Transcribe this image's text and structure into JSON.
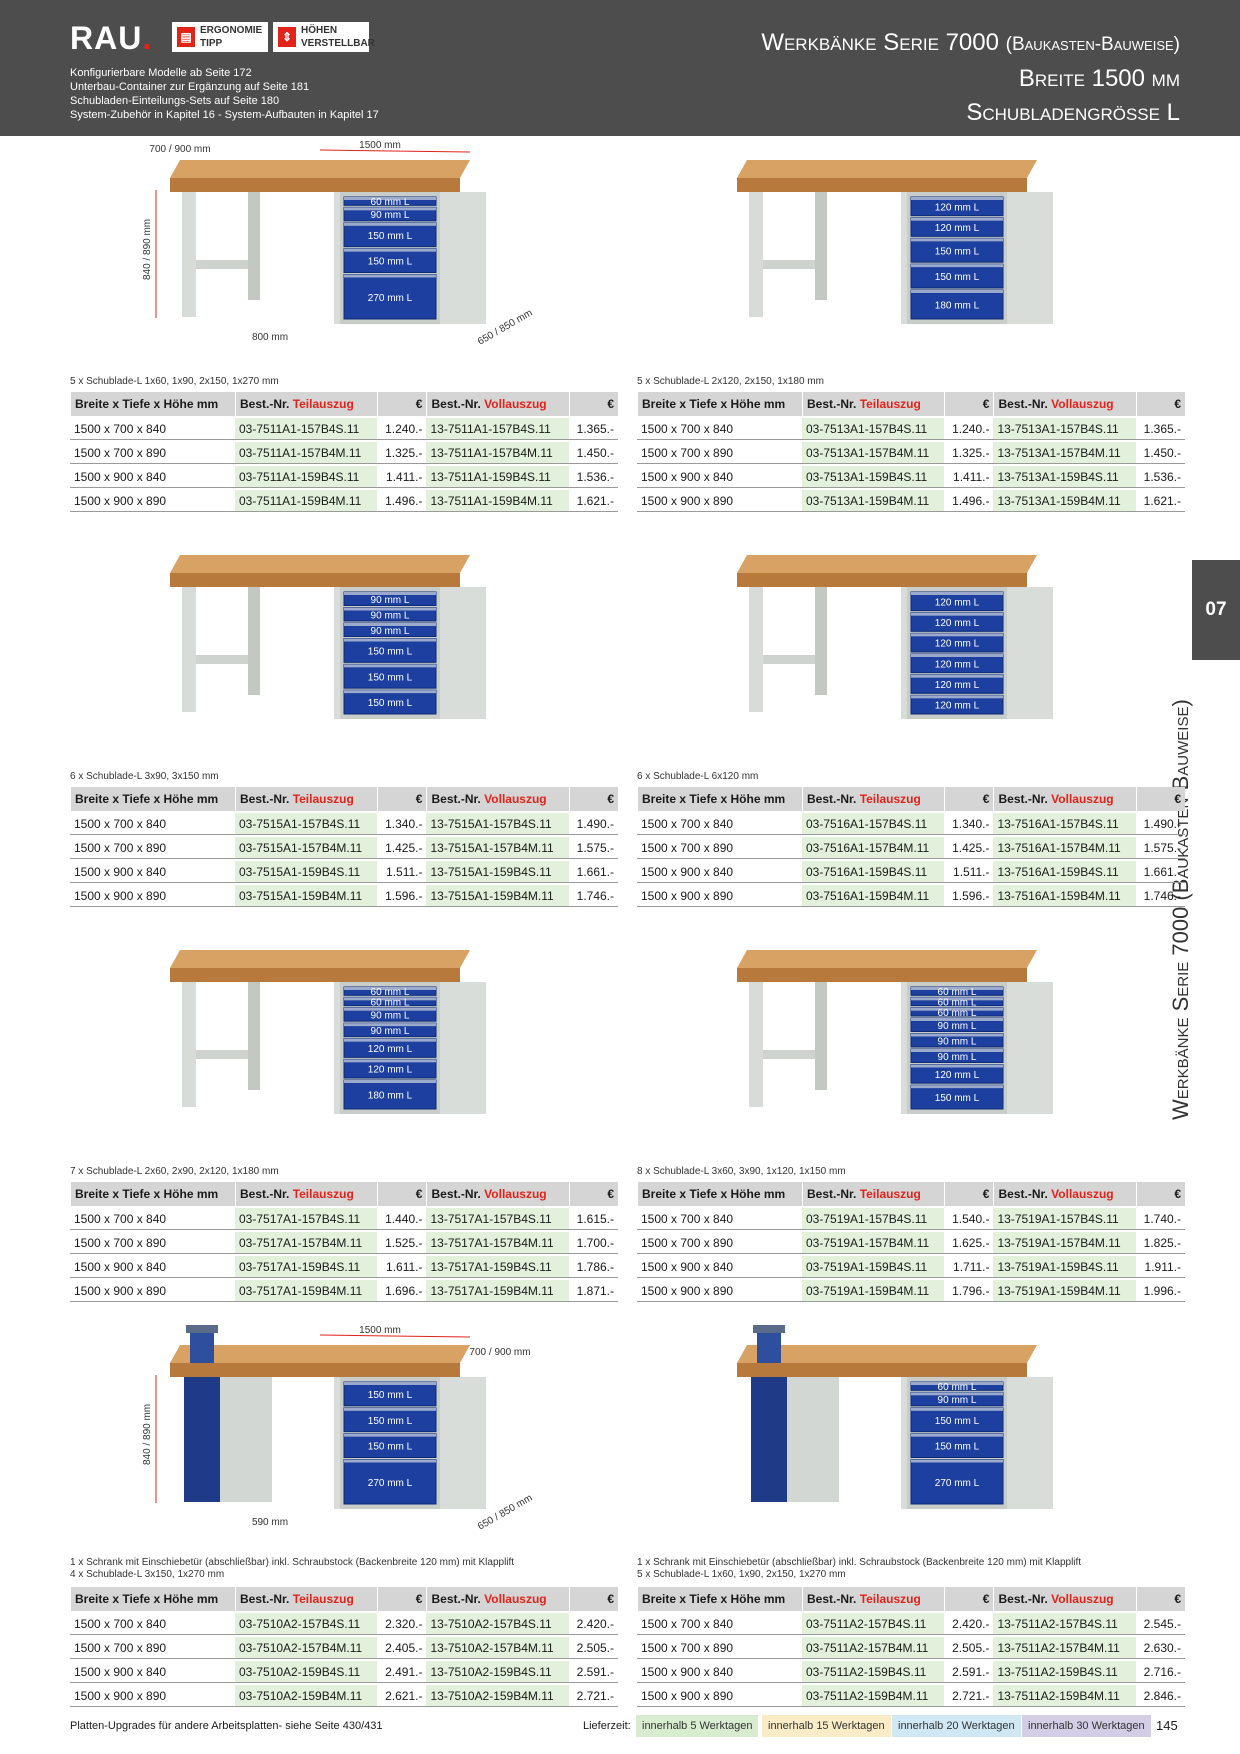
{
  "header": {
    "logo_text": "RAU",
    "logo_dot": ".",
    "badge1": [
      "ERGONOMIE",
      "TIPP"
    ],
    "badge2": [
      "HÖHEN",
      "VERSTELLBAR"
    ],
    "notes": [
      "Konfigurierbare Modelle ab Seite 172",
      "Unterbau-Container zur Ergänzung auf Seite 181",
      "Schubladen-Einteilungs-Sets auf Seite 180",
      "System-Zubehör in Kapitel 16 - System-Aufbauten in Kapitel 17"
    ],
    "title_main": "Werkbänke Serie 7000",
    "title_sub": "(Baukasten-Bauweise)",
    "line2": "Breite 1500 mm",
    "line3": "Schubladengrösse L"
  },
  "side": {
    "tab": "07",
    "title": "Werkbänke Serie 7000 (Baukasten-Bauweise)"
  },
  "table_headers": {
    "size": "Breite x Tiefe x Höhe mm",
    "best": "Best.-Nr. ",
    "teil": "Teilauszug",
    "voll": "Vollauszug",
    "eur": "€"
  },
  "dims": {
    "depth": "700 / 900 mm",
    "width": "1500 mm",
    "height": "840 / 890 mm",
    "inner": "800 mm",
    "cab_depth": "650 / 850 mm",
    "inner2": "590 mm"
  },
  "products": [
    {
      "caption": [
        "5 x Schublade-L 1x60, 1x90, 2x150, 1x270 mm"
      ],
      "drawers": [
        "60 mm L",
        "90 mm L",
        "150 mm L",
        "150 mm L",
        "270 mm L"
      ],
      "drawer_heights": [
        60,
        90,
        150,
        150,
        270
      ],
      "vise": false,
      "rows": [
        [
          "1500 x 700 x 840",
          "03-7511A1-157B4S.11",
          "1.240.-",
          "13-7511A1-157B4S.11",
          "1.365.-"
        ],
        [
          "1500 x 700 x 890",
          "03-7511A1-157B4M.11",
          "1.325.-",
          "13-7511A1-157B4M.11",
          "1.450.-"
        ],
        [
          "1500 x 900 x 840",
          "03-7511A1-159B4S.11",
          "1.411.-",
          "13-7511A1-159B4S.11",
          "1.536.-"
        ],
        [
          "1500 x 900 x 890",
          "03-7511A1-159B4M.11",
          "1.496.-",
          "13-7511A1-159B4M.11",
          "1.621.-"
        ]
      ]
    },
    {
      "caption": [
        "5 x Schublade-L 2x120, 2x150, 1x180 mm"
      ],
      "drawers": [
        "120 mm L",
        "120 mm L",
        "150 mm L",
        "150 mm L",
        "180 mm L"
      ],
      "drawer_heights": [
        120,
        120,
        150,
        150,
        180
      ],
      "vise": false,
      "rows": [
        [
          "1500 x 700 x 840",
          "03-7513A1-157B4S.11",
          "1.240.-",
          "13-7513A1-157B4S.11",
          "1.365.-"
        ],
        [
          "1500 x 700 x 890",
          "03-7513A1-157B4M.11",
          "1.325.-",
          "13-7513A1-157B4M.11",
          "1.450.-"
        ],
        [
          "1500 x 900 x 840",
          "03-7513A1-159B4S.11",
          "1.411.-",
          "13-7513A1-159B4S.11",
          "1.536.-"
        ],
        [
          "1500 x 900 x 890",
          "03-7513A1-159B4M.11",
          "1.496.-",
          "13-7513A1-159B4M.11",
          "1.621.-"
        ]
      ]
    },
    {
      "caption": [
        "6 x Schublade-L 3x90, 3x150 mm"
      ],
      "drawers": [
        "90 mm L",
        "90 mm L",
        "90 mm L",
        "150 mm L",
        "150 mm L",
        "150 mm L"
      ],
      "drawer_heights": [
        90,
        90,
        90,
        150,
        150,
        150
      ],
      "vise": false,
      "rows": [
        [
          "1500 x 700 x 840",
          "03-7515A1-157B4S.11",
          "1.340.-",
          "13-7515A1-157B4S.11",
          "1.490.-"
        ],
        [
          "1500 x 700 x 890",
          "03-7515A1-157B4M.11",
          "1.425.-",
          "13-7515A1-157B4M.11",
          "1.575.-"
        ],
        [
          "1500 x 900 x 840",
          "03-7515A1-159B4S.11",
          "1.511.-",
          "13-7515A1-159B4S.11",
          "1.661.-"
        ],
        [
          "1500 x 900 x 890",
          "03-7515A1-159B4M.11",
          "1.596.-",
          "13-7515A1-159B4M.11",
          "1.746.-"
        ]
      ]
    },
    {
      "caption": [
        "6 x Schublade-L 6x120 mm"
      ],
      "drawers": [
        "120 mm L",
        "120 mm L",
        "120 mm L",
        "120 mm L",
        "120 mm L",
        "120 mm L"
      ],
      "drawer_heights": [
        120,
        120,
        120,
        120,
        120,
        120
      ],
      "vise": false,
      "rows": [
        [
          "1500 x 700 x 840",
          "03-7516A1-157B4S.11",
          "1.340.-",
          "13-7516A1-157B4S.11",
          "1.490.-"
        ],
        [
          "1500 x 700 x 890",
          "03-7516A1-157B4M.11",
          "1.425.-",
          "13-7516A1-157B4M.11",
          "1.575.-"
        ],
        [
          "1500 x 900 x 840",
          "03-7516A1-159B4S.11",
          "1.511.-",
          "13-7516A1-159B4S.11",
          "1.661.-"
        ],
        [
          "1500 x 900 x 890",
          "03-7516A1-159B4M.11",
          "1.596.-",
          "13-7516A1-159B4M.11",
          "1.746.-"
        ]
      ]
    },
    {
      "caption": [
        "7 x Schublade-L 2x60, 2x90, 2x120, 1x180 mm"
      ],
      "drawers": [
        "60 mm L",
        "60 mm L",
        "90 mm L",
        "90 mm L",
        "120 mm L",
        "120 mm L",
        "180 mm L"
      ],
      "drawer_heights": [
        60,
        60,
        90,
        90,
        120,
        120,
        180
      ],
      "vise": false,
      "rows": [
        [
          "1500 x 700 x 840",
          "03-7517A1-157B4S.11",
          "1.440.-",
          "13-7517A1-157B4S.11",
          "1.615.-"
        ],
        [
          "1500 x 700 x 890",
          "03-7517A1-157B4M.11",
          "1.525.-",
          "13-7517A1-157B4M.11",
          "1.700.-"
        ],
        [
          "1500 x 900 x 840",
          "03-7517A1-159B4S.11",
          "1.611.-",
          "13-7517A1-159B4S.11",
          "1.786.-"
        ],
        [
          "1500 x 900 x 890",
          "03-7517A1-159B4M.11",
          "1.696.-",
          "13-7517A1-159B4M.11",
          "1.871.-"
        ]
      ]
    },
    {
      "caption": [
        "8 x Schublade-L 3x60, 3x90, 1x120, 1x150 mm"
      ],
      "drawers": [
        "60 mm L",
        "60 mm L",
        "60 mm L",
        "90 mm L",
        "90 mm L",
        "90 mm L",
        "120 mm L",
        "150 mm L"
      ],
      "drawer_heights": [
        60,
        60,
        60,
        90,
        90,
        90,
        120,
        150
      ],
      "vise": false,
      "rows": [
        [
          "1500 x 700 x 840",
          "03-7519A1-157B4S.11",
          "1.540.-",
          "13-7519A1-157B4S.11",
          "1.740.-"
        ],
        [
          "1500 x 700 x 890",
          "03-7519A1-157B4M.11",
          "1.625.-",
          "13-7519A1-157B4M.11",
          "1.825.-"
        ],
        [
          "1500 x 900 x 840",
          "03-7519A1-159B4S.11",
          "1.711.-",
          "13-7519A1-159B4S.11",
          "1.911.-"
        ],
        [
          "1500 x 900 x 890",
          "03-7519A1-159B4M.11",
          "1.796.-",
          "13-7519A1-159B4M.11",
          "1.996.-"
        ]
      ]
    },
    {
      "caption": [
        "1 x Schrank mit Einschiebetür (abschließbar) inkl. Schraubstock (Backenbreite 120 mm) mit Klapplift",
        "4 x Schublade-L 3x150, 1x270 mm"
      ],
      "drawers": [
        "150 mm L",
        "150 mm L",
        "150 mm L",
        "270 mm L"
      ],
      "drawer_heights": [
        150,
        150,
        150,
        270
      ],
      "vise": true,
      "rows": [
        [
          "1500 x 700 x 840",
          "03-7510A2-157B4S.11",
          "2.320.-",
          "13-7510A2-157B4S.11",
          "2.420.-"
        ],
        [
          "1500 x 700 x 890",
          "03-7510A2-157B4M.11",
          "2.405.-",
          "13-7510A2-157B4M.11",
          "2.505.-"
        ],
        [
          "1500 x 900 x 840",
          "03-7510A2-159B4S.11",
          "2.491.-",
          "13-7510A2-159B4S.11",
          "2.591.-"
        ],
        [
          "1500 x 900 x 890",
          "03-7510A2-159B4M.11",
          "2.621.-",
          "13-7510A2-159B4M.11",
          "2.721.-"
        ]
      ]
    },
    {
      "caption": [
        "1 x Schrank mit Einschiebetür (abschließbar) inkl. Schraubstock (Backenbreite 120 mm) mit Klapplift",
        "5 x Schublade-L 1x60, 1x90, 2x150, 1x270 mm"
      ],
      "drawers": [
        "60 mm L",
        "90 mm L",
        "150 mm L",
        "150 mm L",
        "270 mm L"
      ],
      "drawer_heights": [
        60,
        90,
        150,
        150,
        270
      ],
      "vise": true,
      "rows": [
        [
          "1500 x 700 x 840",
          "03-7511A2-157B4S.11",
          "2.420.-",
          "13-7511A2-157B4S.11",
          "2.545.-"
        ],
        [
          "1500 x 700 x 890",
          "03-7511A2-157B4M.11",
          "2.505.-",
          "13-7511A2-157B4M.11",
          "2.630.-"
        ],
        [
          "1500 x 900 x 840",
          "03-7511A2-159B4S.11",
          "2.591.-",
          "13-7511A2-159B4S.11",
          "2.716.-"
        ],
        [
          "1500 x 900 x 890",
          "03-7511A2-159B4M.11",
          "2.721.-",
          "13-7511A2-159B4M.11",
          "2.846.-"
        ]
      ]
    }
  ],
  "footer": {
    "note": "Platten-Upgrades für andere Arbeitsplatten- siehe Seite 430/431",
    "lieferzeit": "Lieferzeit:",
    "tags": [
      "innerhalb 5 Werktagen",
      "innerhalb 15 Werktagen",
      "innerhalb 20 Werktagen",
      "innerhalb 30 Werktagen"
    ],
    "page": "145"
  },
  "colors": {
    "header_bg": "#4d4d4d",
    "red": "#e2231a",
    "drawer_blue": "#1c3fa0",
    "wood": "#c98c4a",
    "code_green": "#e3f1dc"
  }
}
